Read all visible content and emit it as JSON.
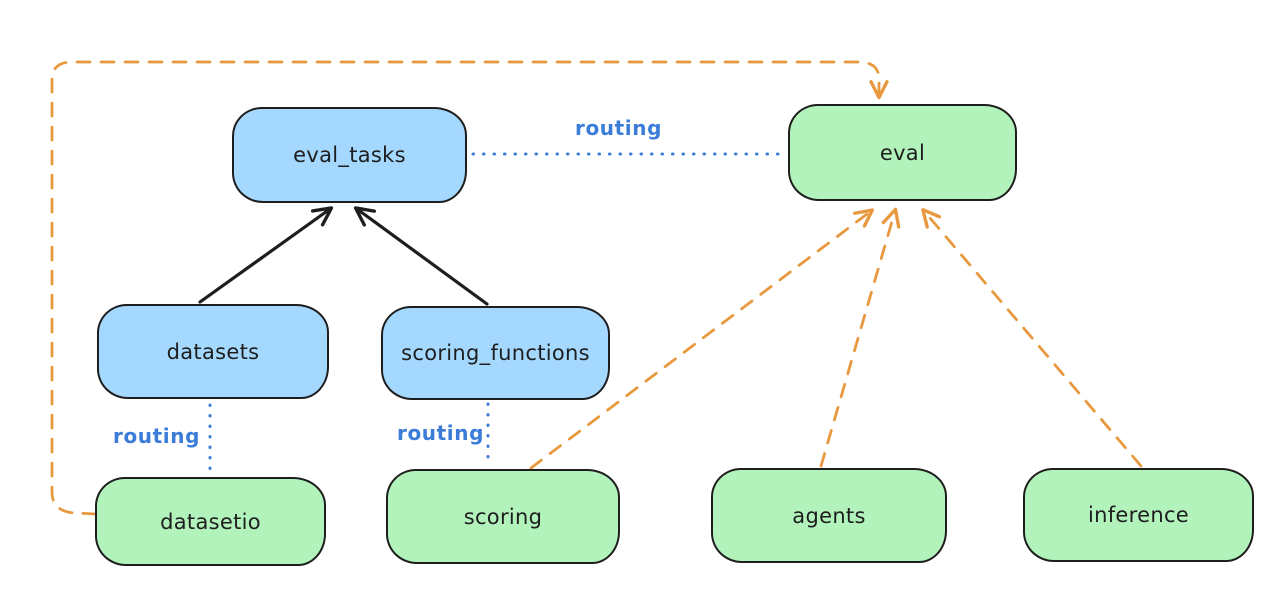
{
  "diagram": {
    "colors": {
      "node_blue_fill": "#a5d8ff",
      "node_green_fill": "#b2f2bb",
      "node_border": "#1e1e1e",
      "solid_arrow": "#1e1e1e",
      "routing_blue": "#3b7cd8",
      "provider_orange": "#e8993f",
      "background": "#ffffff"
    },
    "nodes": {
      "eval_tasks": {
        "label": "eval_tasks",
        "fill": "#a5d8ff"
      },
      "eval": {
        "label": "eval",
        "fill": "#b2f2bb"
      },
      "datasets": {
        "label": "datasets",
        "fill": "#a5d8ff"
      },
      "scoring_functions": {
        "label": "scoring_functions",
        "fill": "#a5d8ff"
      },
      "datasetio": {
        "label": "datasetio",
        "fill": "#b2f2bb"
      },
      "scoring": {
        "label": "scoring",
        "fill": "#b2f2bb"
      },
      "agents": {
        "label": "agents",
        "fill": "#b2f2bb"
      },
      "inference": {
        "label": "inference",
        "fill": "#b2f2bb"
      }
    },
    "edges": [
      {
        "id": "datasets->eval_tasks",
        "style": "solid-arrow",
        "color": "#1e1e1e"
      },
      {
        "id": "scoring_functions->eval_tasks",
        "style": "solid-arrow",
        "color": "#1e1e1e"
      },
      {
        "id": "eval_tasks->eval",
        "style": "dotted",
        "label": "routing",
        "color": "#3b7cd8"
      },
      {
        "id": "datasets->datasetio",
        "style": "dotted",
        "label": "routing",
        "color": "#3b7cd8"
      },
      {
        "id": "scoring_functions->scoring",
        "style": "dotted",
        "label": "routing",
        "color": "#3b7cd8"
      },
      {
        "id": "datasetio->eval",
        "style": "dashed-arrow",
        "color": "#e8993f"
      },
      {
        "id": "scoring->eval",
        "style": "dashed-arrow",
        "color": "#e8993f"
      },
      {
        "id": "agents->eval",
        "style": "dashed-arrow",
        "color": "#e8993f"
      },
      {
        "id": "inference->eval",
        "style": "dashed-arrow",
        "color": "#e8993f"
      }
    ]
  }
}
